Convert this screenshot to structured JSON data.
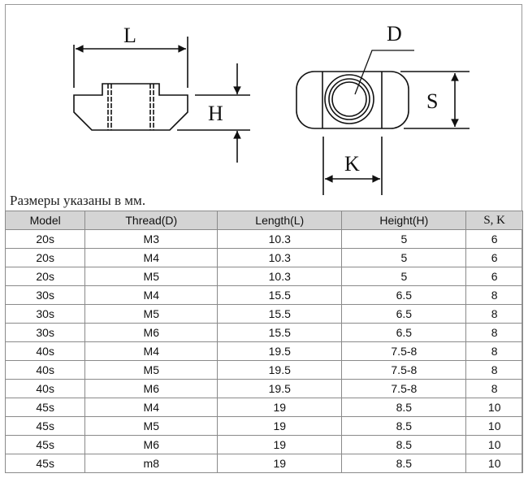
{
  "drawing": {
    "labels": {
      "L": "L",
      "H": "H",
      "D": "D",
      "S": "S",
      "K": "K"
    }
  },
  "caption": "Размеры указаны в мм.",
  "table": {
    "headers": [
      "Model",
      "Thread(D)",
      "Length(L)",
      "Height(H)",
      "S, K"
    ],
    "rows": [
      [
        "20s",
        "M3",
        "10.3",
        "5",
        "6"
      ],
      [
        "20s",
        "M4",
        "10.3",
        "5",
        "6"
      ],
      [
        "20s",
        "M5",
        "10.3",
        "5",
        "6"
      ],
      [
        "30s",
        "M4",
        "15.5",
        "6.5",
        "8"
      ],
      [
        "30s",
        "M5",
        "15.5",
        "6.5",
        "8"
      ],
      [
        "30s",
        "M6",
        "15.5",
        "6.5",
        "8"
      ],
      [
        "40s",
        "M4",
        "19.5",
        "7.5-8",
        "8"
      ],
      [
        "40s",
        "M5",
        "19.5",
        "7.5-8",
        "8"
      ],
      [
        "40s",
        "M6",
        "19.5",
        "7.5-8",
        "8"
      ],
      [
        "45s",
        "M4",
        "19",
        "8.5",
        "10"
      ],
      [
        "45s",
        "M5",
        "19",
        "8.5",
        "10"
      ],
      [
        "45s",
        "M6",
        "19",
        "8.5",
        "10"
      ],
      [
        "45s",
        "m8",
        "19",
        "8.5",
        "10"
      ]
    ]
  }
}
